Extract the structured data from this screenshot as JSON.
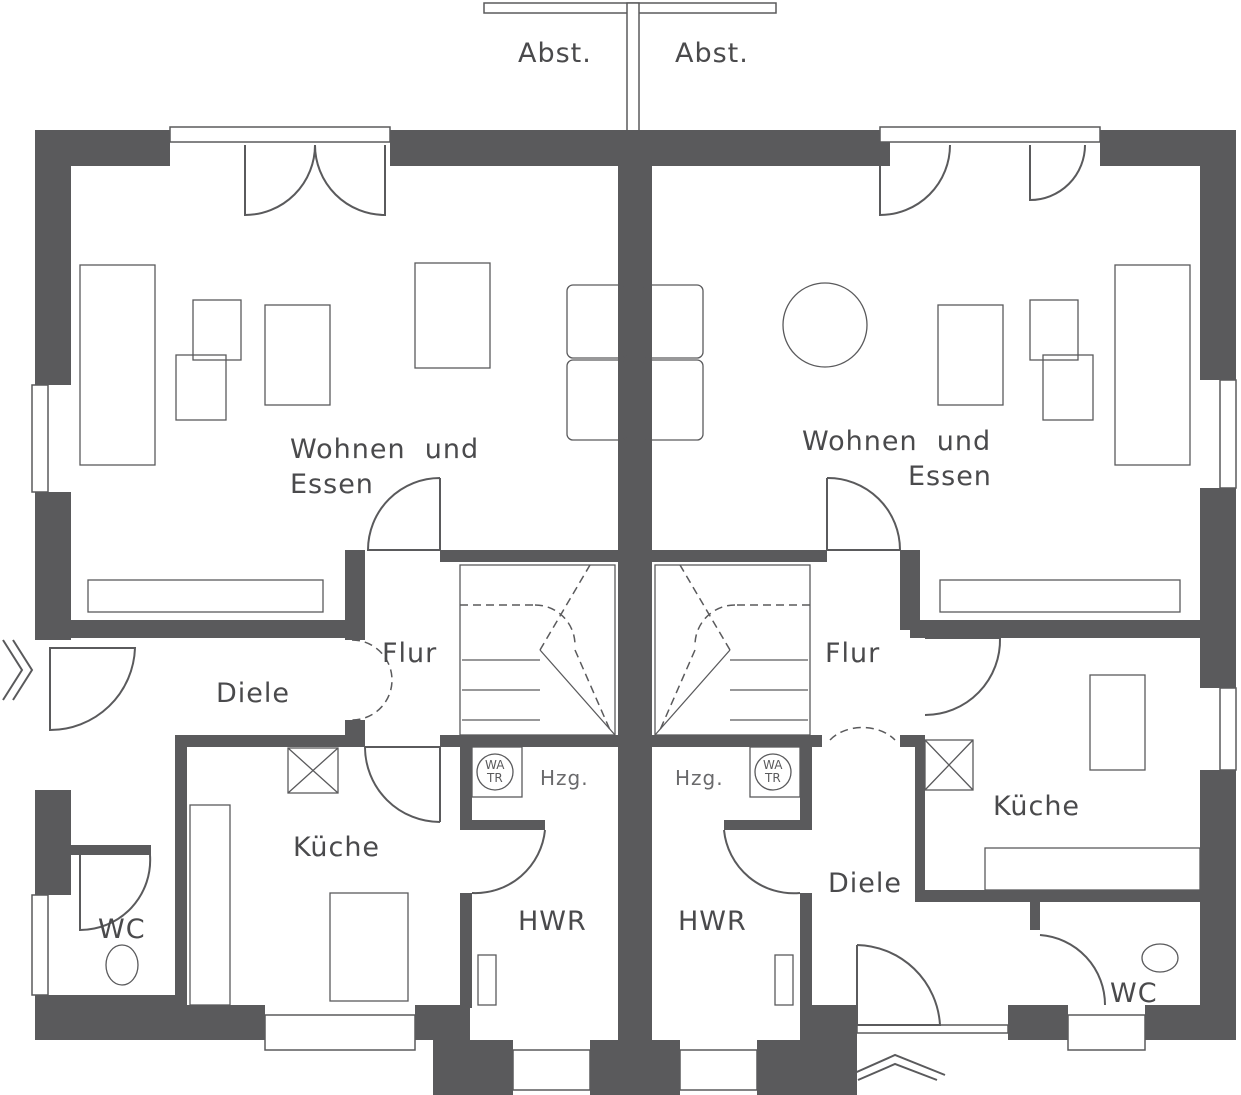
{
  "colors": {
    "wall": "#5a5a5c",
    "text": "#4a4a4c"
  },
  "top": {
    "abst_left": "Abst.",
    "abst_right": "Abst."
  },
  "left_unit": {
    "living_line1": "Wohnen  und",
    "living_line2": "Essen",
    "hall": "Flur",
    "entry": "Diele",
    "kitchen": "Küche",
    "wc": "WC",
    "heating": "Hzg.",
    "utility": "HWR",
    "appliance_top": "WA",
    "appliance_bottom": "TR"
  },
  "right_unit": {
    "living_line1": "Wohnen  und",
    "living_line2": "Essen",
    "hall": "Flur",
    "entry": "Diele",
    "kitchen": "Küche",
    "wc": "WC",
    "heating": "Hzg.",
    "utility": "HWR",
    "appliance_top": "WA",
    "appliance_bottom": "TR"
  }
}
